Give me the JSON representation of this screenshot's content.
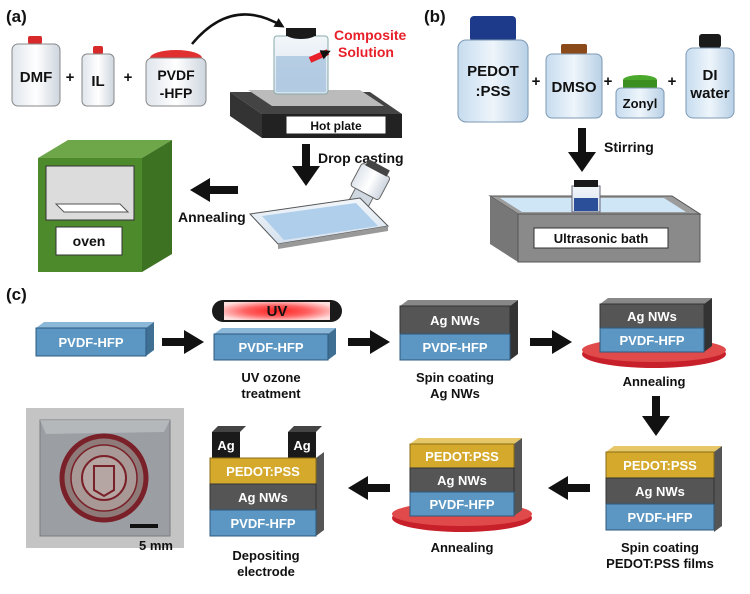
{
  "panels": {
    "a": "(a)",
    "b": "(b)",
    "c": "(c)"
  },
  "panel_a": {
    "bottles": [
      "DMF",
      "IL",
      "PVDF",
      "-HFP"
    ],
    "plus": "+",
    "composite": [
      "Composite",
      "Solution"
    ],
    "hot_plate": "Hot plate",
    "drop_casting": "Drop casting",
    "annealing": "Annealing",
    "oven": "oven"
  },
  "panel_b": {
    "bottles": [
      "PEDOT",
      ":PSS",
      "DMSO",
      "Zonyl",
      "DI",
      "water"
    ],
    "plus": "+",
    "stirring": "Stirring",
    "bath": "Ultrasonic bath"
  },
  "panel_c": {
    "layers": {
      "pvdf": "PVDF-HFP",
      "agnw": "Ag NWs",
      "pedot": "PEDOT:PSS",
      "ag": "Ag",
      "uv": "UV"
    },
    "steps": {
      "uv_ozone": [
        "UV ozone",
        "treatment"
      ],
      "spin_ag": [
        "Spin coating",
        "Ag NWs"
      ],
      "anneal1": "Annealing",
      "spin_pedot": [
        "Spin coating",
        "PEDOT:PSS films"
      ],
      "anneal2": "Annealing",
      "electrode": [
        "Depositing",
        "electrode"
      ]
    },
    "scale_bar": "5 mm"
  },
  "colors": {
    "pvdf": "#5b97c2",
    "agnw": "#555555",
    "pedot": "#d4a92c",
    "ag": "#1a1a1a",
    "uv": "#ff3030",
    "anneal_red": "#c8202a",
    "oven_green": "#4d8a2c",
    "red_text": "#e8202a"
  },
  "icons": [
    "right-arrow-icon",
    "down-arrow-icon",
    "left-arrow-icon",
    "curved-arrow-icon",
    "pipette-icon"
  ]
}
